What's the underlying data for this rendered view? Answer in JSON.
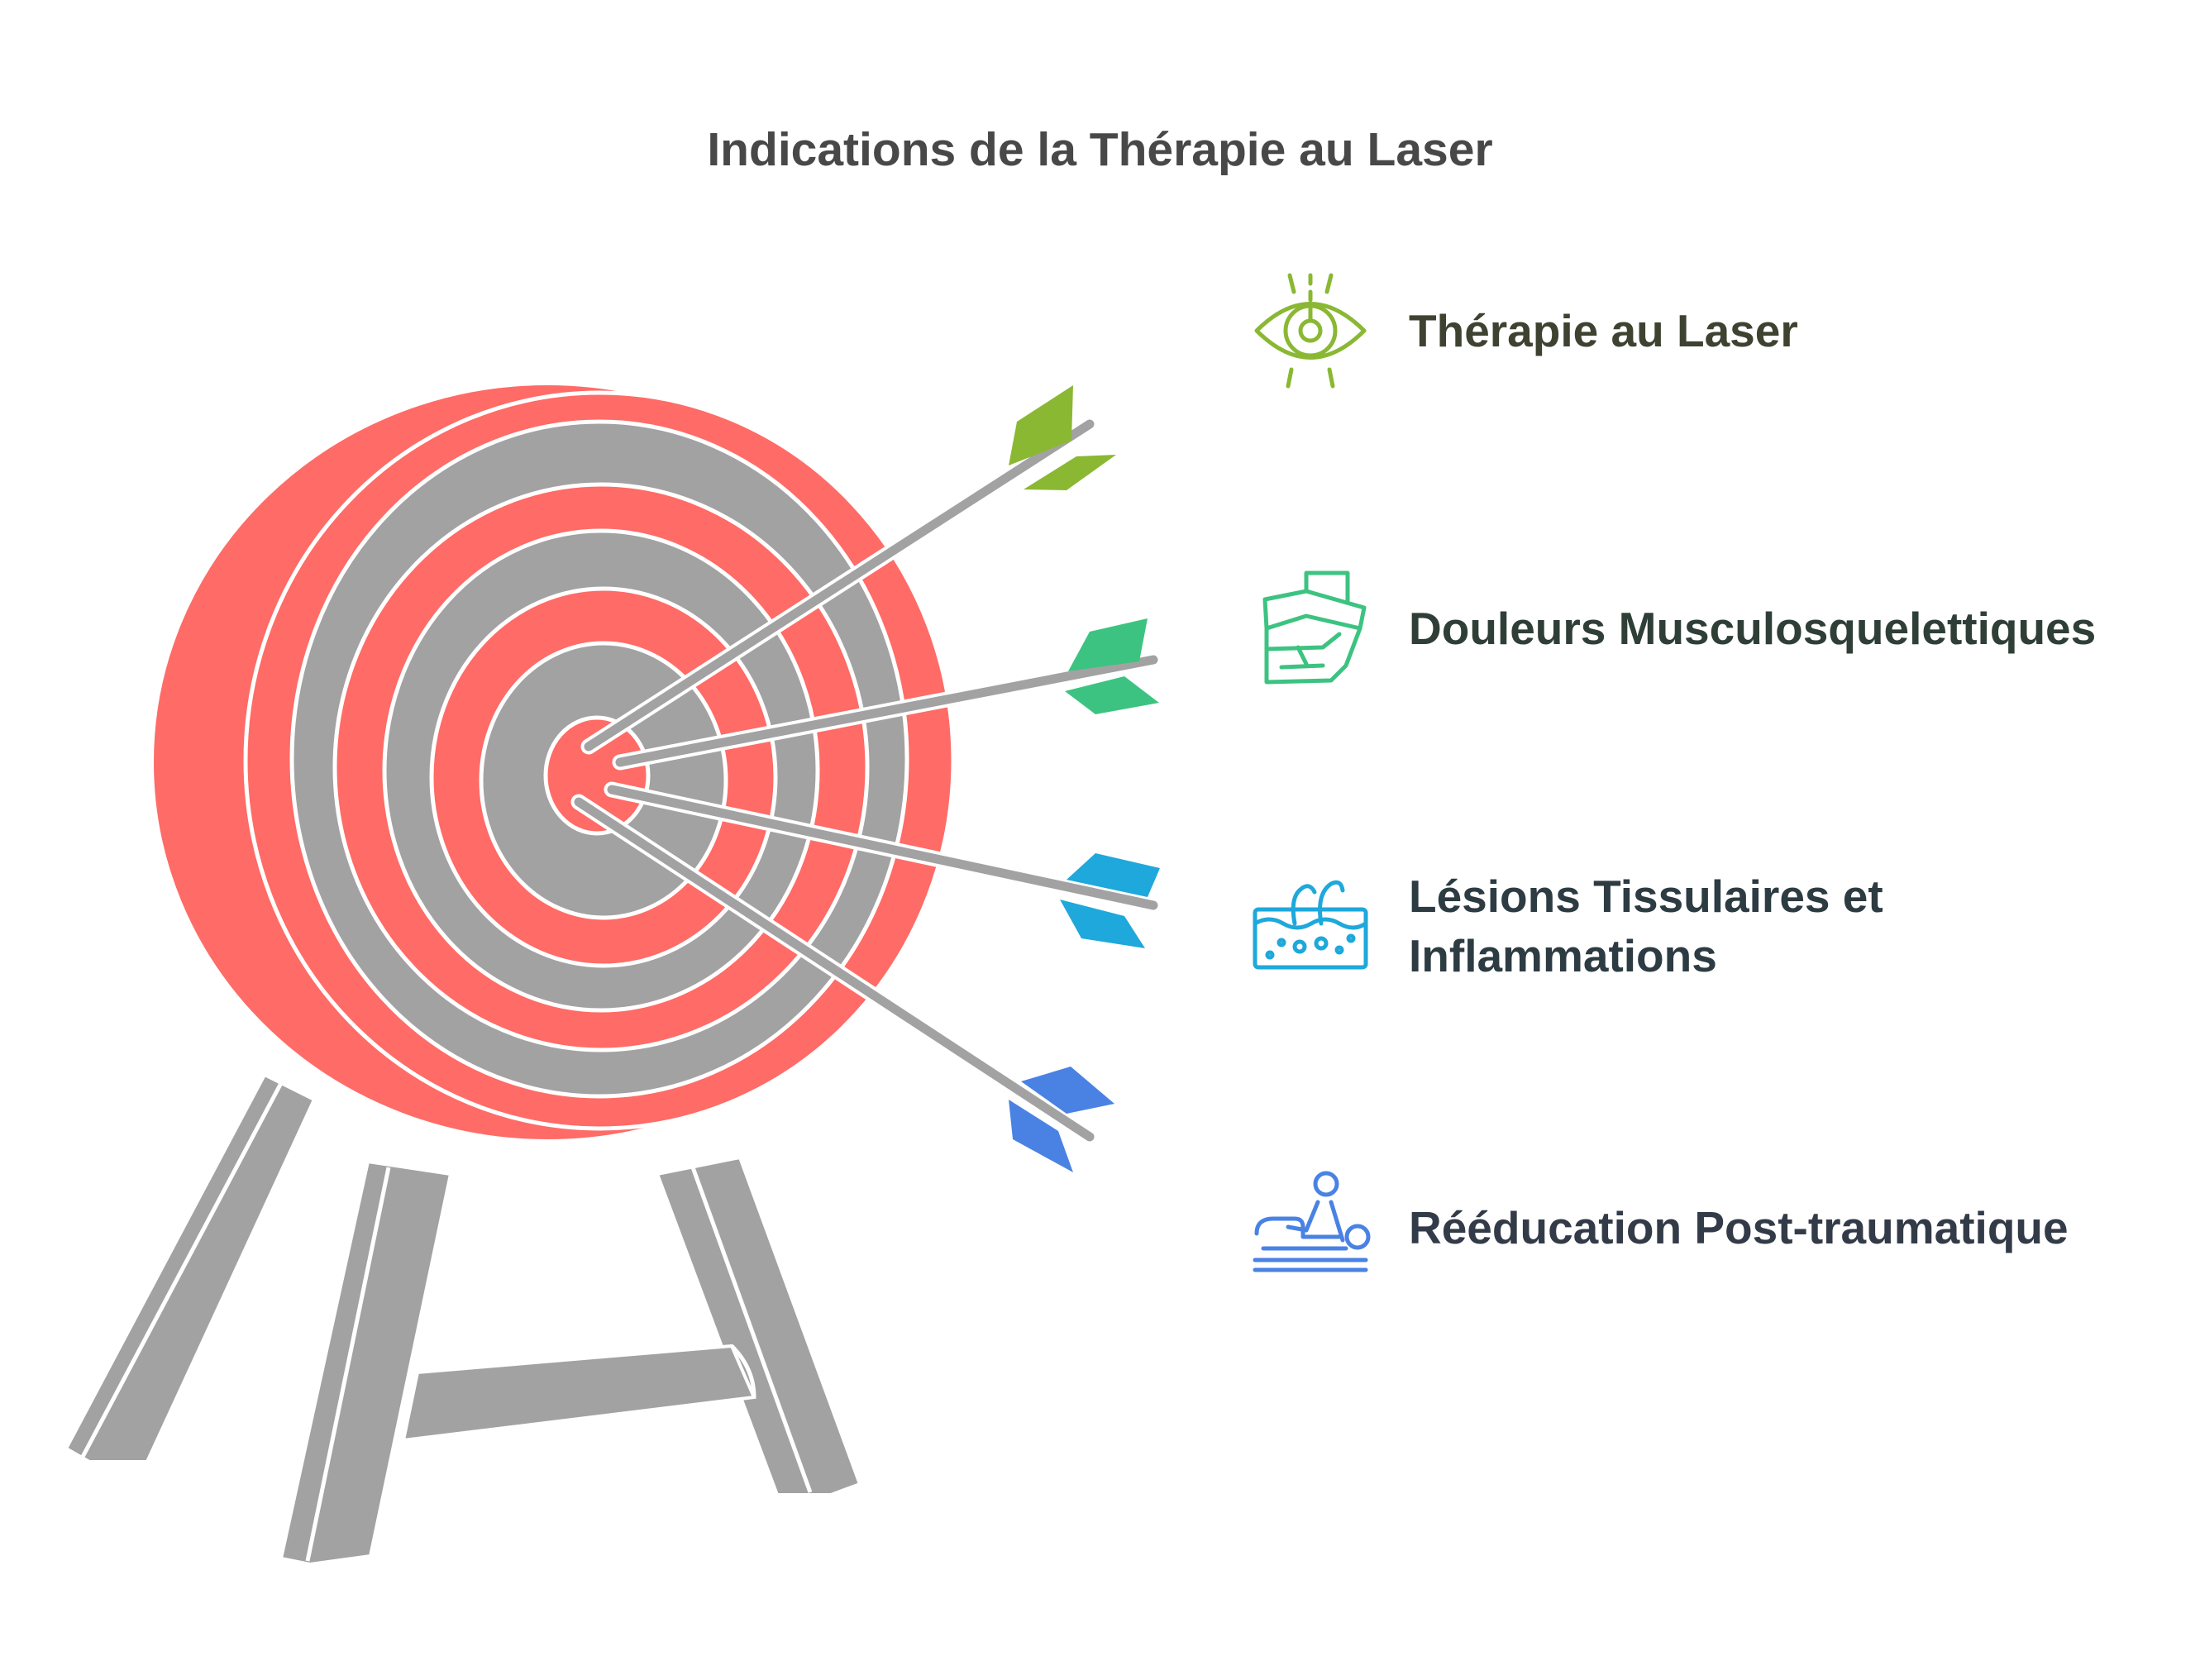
{
  "title": "Indications de la Thérapie au Laser",
  "colors": {
    "target_red": "#FF6B66",
    "target_gray": "#A2A2A2",
    "outline": "#FFFFFF"
  },
  "items": [
    {
      "label": "Thérapie au Laser",
      "icon": "laser-eye-icon",
      "color": "#8AB833",
      "text_color": "#3E4230"
    },
    {
      "label": "Douleurs Musculosquelettiques",
      "icon": "bandaged-arm-icon",
      "color": "#3DC381",
      "text_color": "#2F3F38"
    },
    {
      "label": "Lésions Tissulaires et Inflammations",
      "icon": "skin-tissue-icon",
      "color": "#1EA8DB",
      "text_color": "#2D3B42"
    },
    {
      "label": "Rééducation Post-traumatique",
      "icon": "physiotherapy-massage-icon",
      "color": "#4A82E4",
      "text_color": "#333B48"
    }
  ]
}
